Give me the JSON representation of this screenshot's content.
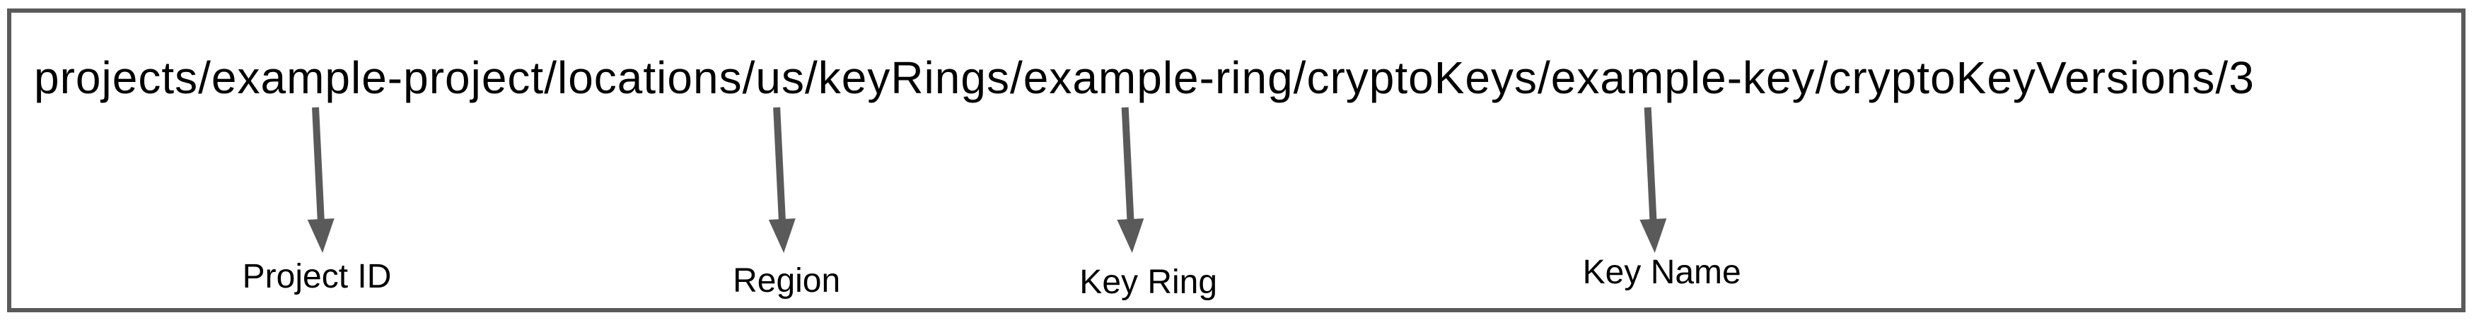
{
  "input": {
    "value": "projects/example-project/locations/us/keyRings/example-ring/cryptoKeys/example-key/cryptoKeyVersions/3",
    "segments": [
      {
        "text": "projects/"
      },
      {
        "text": "example-project",
        "label": "Project ID"
      },
      {
        "text": "/locations/"
      },
      {
        "text": "us",
        "label": "Region"
      },
      {
        "text": "/keyRings/"
      },
      {
        "text": "example-ring",
        "label": "Key Ring"
      },
      {
        "text": "/cryptoKeys/"
      },
      {
        "text": "example-key",
        "label": "Key Name"
      },
      {
        "text": "/cryptoKeyVersions/3"
      }
    ]
  },
  "annotations": {
    "labels": [
      "Project ID",
      "Region",
      "Key Ring",
      "Key Name"
    ]
  },
  "colors": {
    "border": "#5a5a5a",
    "arrow": "#5a5a5a",
    "text": "#000000",
    "background": "#ffffff"
  }
}
